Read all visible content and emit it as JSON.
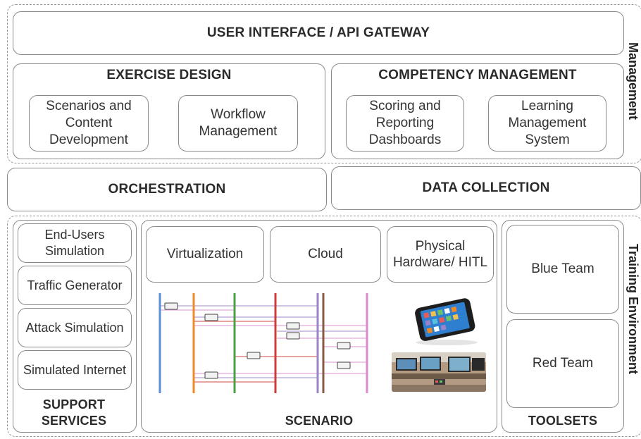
{
  "gateway": {
    "label": "USER INTERFACE / API GATEWAY"
  },
  "management": {
    "label": "Management",
    "exercise_design": {
      "title": "EXERCISE DESIGN",
      "items": [
        "Scenarios and Content Development",
        "Workflow Management"
      ]
    },
    "competency_management": {
      "title": "COMPETENCY MANAGEMENT",
      "items": [
        "Scoring and Reporting Dashboards",
        "Learning Management System"
      ]
    }
  },
  "orchestration": {
    "label": "ORCHESTRATION"
  },
  "data_collection": {
    "label": "DATA COLLECTION"
  },
  "training_environment": {
    "label": "Training Environment",
    "support_services": {
      "title": "SUPPORT SERVICES",
      "items": [
        "End-Users Simulation",
        "Traffic Generator",
        "Attack Simulation",
        "Simulated Internet"
      ]
    },
    "scenario": {
      "title": "SCENARIO",
      "items": [
        "Virtualization",
        "Cloud",
        "Physical Hardware/ HITL"
      ],
      "bus_colors": [
        "#5b8ed6",
        "#f08a24",
        "#4aa043",
        "#d03a3a",
        "#9a84c8",
        "#8a5a44",
        "#d98ad0"
      ]
    },
    "toolsets": {
      "title": "TOOLSETS",
      "items": [
        "Blue Team",
        "Red Team"
      ]
    }
  }
}
